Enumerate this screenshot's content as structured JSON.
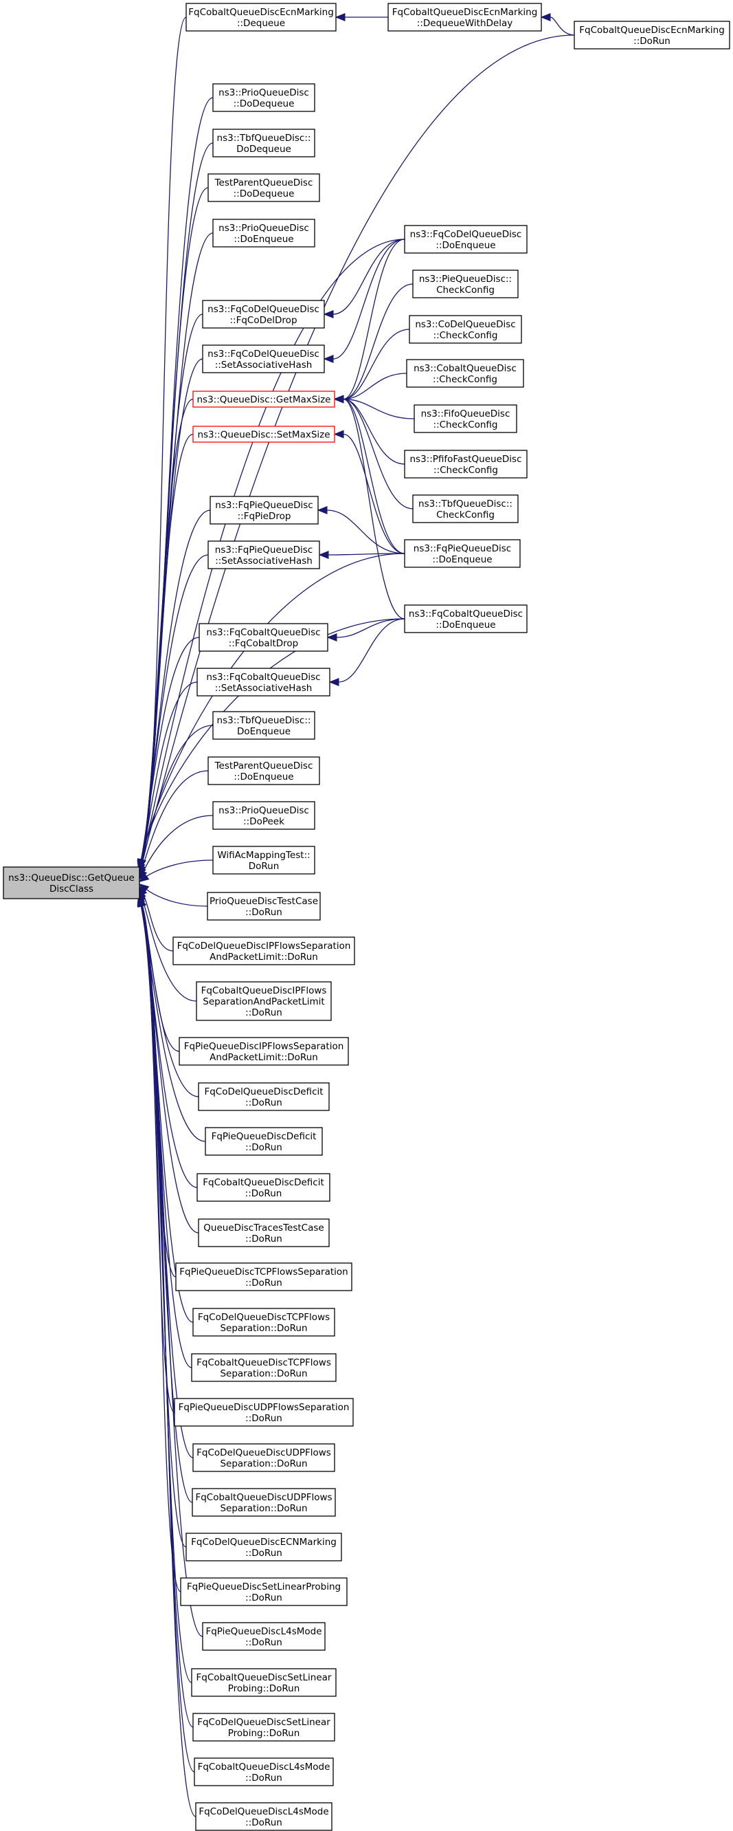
{
  "nodes": {
    "root": [
      "ns3::QueueDisc::GetQueue",
      "DiscClass"
    ],
    "ecn_dequeue": [
      "FqCobaltQueueDiscEcnMarking",
      "::Dequeue"
    ],
    "ecn_dwd": [
      "FqCobaltQueueDiscEcnMarking",
      "::DequeueWithDelay"
    ],
    "ecn_dorun": [
      "FqCobaltQueueDiscEcnMarking",
      "::DoRun"
    ],
    "prio_dequeue": [
      "ns3::PrioQueueDisc",
      "::DoDequeue"
    ],
    "tbf_dequeue": [
      "ns3::TbfQueueDisc::",
      "DoDequeue"
    ],
    "tp_dequeue": [
      "TestParentQueueDisc",
      "::DoDequeue"
    ],
    "prio_enqueue": [
      "ns3::PrioQueueDisc",
      "::DoEnqueue"
    ],
    "fqcodel_drop": [
      "ns3::FqCoDelQueueDisc",
      "::FqCoDelDrop"
    ],
    "fqcodel_hash": [
      "ns3::FqCoDelQueueDisc",
      "::SetAssociativeHash"
    ],
    "getmaxsize": [
      "ns3::QueueDisc::GetMaxSize"
    ],
    "setmaxsize": [
      "ns3::QueueDisc::SetMaxSize"
    ],
    "fqpie_drop": [
      "ns3::FqPieQueueDisc",
      "::FqPieDrop"
    ],
    "fqpie_hash": [
      "ns3::FqPieQueueDisc",
      "::SetAssociativeHash"
    ],
    "fqcobalt_drop": [
      "ns3::FqCobaltQueueDisc",
      "::FqCobaltDrop"
    ],
    "fqcobalt_hash": [
      "ns3::FqCobaltQueueDisc",
      "::SetAssociativeHash"
    ],
    "tbf_enqueue": [
      "ns3::TbfQueueDisc::",
      "DoEnqueue"
    ],
    "tp_enqueue": [
      "TestParentQueueDisc",
      "::DoEnqueue"
    ],
    "prio_peek": [
      "ns3::PrioQueueDisc",
      "::DoPeek"
    ],
    "wifi_ac": [
      "WifiAcMappingTest::",
      "DoRun"
    ],
    "prio_test": [
      "PrioQueueDiscTestCase",
      "::DoRun"
    ],
    "fqcodel_ipflows": [
      "FqCoDelQueueDiscIPFlowsSeparation",
      "AndPacketLimit::DoRun"
    ],
    "fqcobalt_ipflows": [
      "FqCobaltQueueDiscIPFlows",
      "SeparationAndPacketLimit",
      "::DoRun"
    ],
    "fqpie_ipflows": [
      "FqPieQueueDiscIPFlowsSeparation",
      "AndPacketLimit::DoRun"
    ],
    "fqcodel_deficit": [
      "FqCoDelQueueDiscDeficit",
      "::DoRun"
    ],
    "fqpie_deficit": [
      "FqPieQueueDiscDeficit",
      "::DoRun"
    ],
    "fqcobalt_deficit": [
      "FqCobaltQueueDiscDeficit",
      "::DoRun"
    ],
    "traces": [
      "QueueDiscTracesTestCase",
      "::DoRun"
    ],
    "fqpie_tcp": [
      "FqPieQueueDiscTCPFlowsSeparation",
      "::DoRun"
    ],
    "fqcodel_tcp": [
      "FqCoDelQueueDiscTCPFlows",
      "Separation::DoRun"
    ],
    "fqcobalt_tcp": [
      "FqCobaltQueueDiscTCPFlows",
      "Separation::DoRun"
    ],
    "fqpie_udp": [
      "FqPieQueueDiscUDPFlowsSeparation",
      "::DoRun"
    ],
    "fqcodel_udp": [
      "FqCoDelQueueDiscUDPFlows",
      "Separation::DoRun"
    ],
    "fqcobalt_udp": [
      "FqCobaltQueueDiscUDPFlows",
      "Separation::DoRun"
    ],
    "fqcodel_ecn": [
      "FqCoDelQueueDiscECNMarking",
      "::DoRun"
    ],
    "fqpie_linear": [
      "FqPieQueueDiscSetLinearProbing",
      "::DoRun"
    ],
    "fqpie_l4s": [
      "FqPieQueueDiscL4sMode",
      "::DoRun"
    ],
    "fqcobalt_linear": [
      "FqCobaltQueueDiscSetLinear",
      "Probing::DoRun"
    ],
    "fqcodel_linear": [
      "FqCoDelQueueDiscSetLinear",
      "Probing::DoRun"
    ],
    "fqcobalt_l4s": [
      "FqCobaltQueueDiscL4sMode",
      "::DoRun"
    ],
    "fqcodel_l4s": [
      "FqCoDelQueueDiscL4sMode",
      "::DoRun"
    ],
    "fqcodel_enqueue": [
      "ns3::FqCoDelQueueDisc",
      "::DoEnqueue"
    ],
    "pie_check": [
      "ns3::PieQueueDisc::",
      "CheckConfig"
    ],
    "codel_check": [
      "ns3::CoDelQueueDisc",
      "::CheckConfig"
    ],
    "cobalt_check": [
      "ns3::CobaltQueueDisc",
      "::CheckConfig"
    ],
    "fifo_check": [
      "ns3::FifoQueueDisc",
      "::CheckConfig"
    ],
    "pfifo_check": [
      "ns3::PfifoFastQueueDisc",
      "::CheckConfig"
    ],
    "tbf_check": [
      "ns3::TbfQueueDisc::",
      "CheckConfig"
    ],
    "fqpie_enqueue": [
      "ns3::FqPieQueueDisc",
      "::DoEnqueue"
    ],
    "fqcobalt_enqueue": [
      "ns3::FqCobaltQueueDisc",
      "::DoEnqueue"
    ]
  },
  "colors": {
    "edge": "#191970",
    "root_fill": "#bfbfbf",
    "highlight_border": "#ff0000",
    "border": "#000000"
  }
}
